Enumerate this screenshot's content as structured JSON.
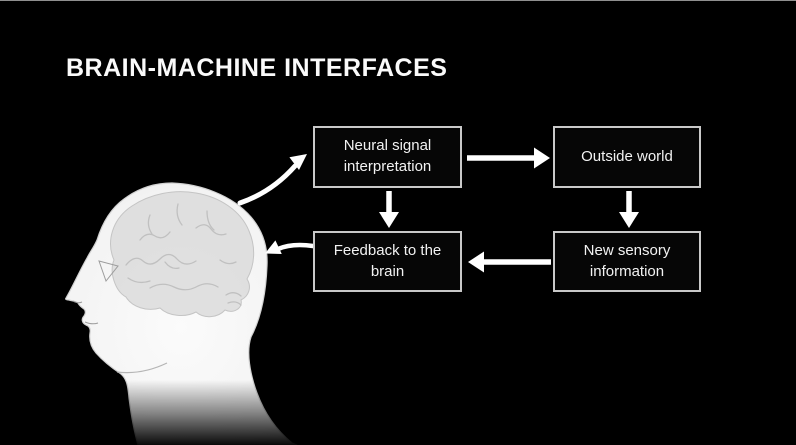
{
  "title": "BRAIN-MACHINE INTERFACES",
  "diagram": {
    "nodes": {
      "neural": {
        "label": "Neural signal interpretation"
      },
      "outside": {
        "label": "Outside world"
      },
      "feedback": {
        "label": "Feedback to the brain"
      },
      "sensory": {
        "label": "New sensory information"
      }
    },
    "edges": [
      {
        "from": "head-illustration",
        "to": "neural"
      },
      {
        "from": "neural",
        "to": "outside"
      },
      {
        "from": "neural",
        "to": "feedback"
      },
      {
        "from": "outside",
        "to": "sensory"
      },
      {
        "from": "sensory",
        "to": "feedback"
      },
      {
        "from": "feedback",
        "to": "head-illustration"
      }
    ],
    "illustration": {
      "name": "human-head-profile-with-brain",
      "description": "Grayscale side profile of a human head facing left with the brain visible inside"
    }
  },
  "colors": {
    "background": "#000000",
    "box_background": "#060606",
    "box_border": "#c9c9c9",
    "box_text": "#f2f2f2",
    "title_text": "#fafafa",
    "arrow": "#ffffff",
    "head_fill": "#f2f2f2",
    "brain_fill": "#d9d9d9"
  }
}
